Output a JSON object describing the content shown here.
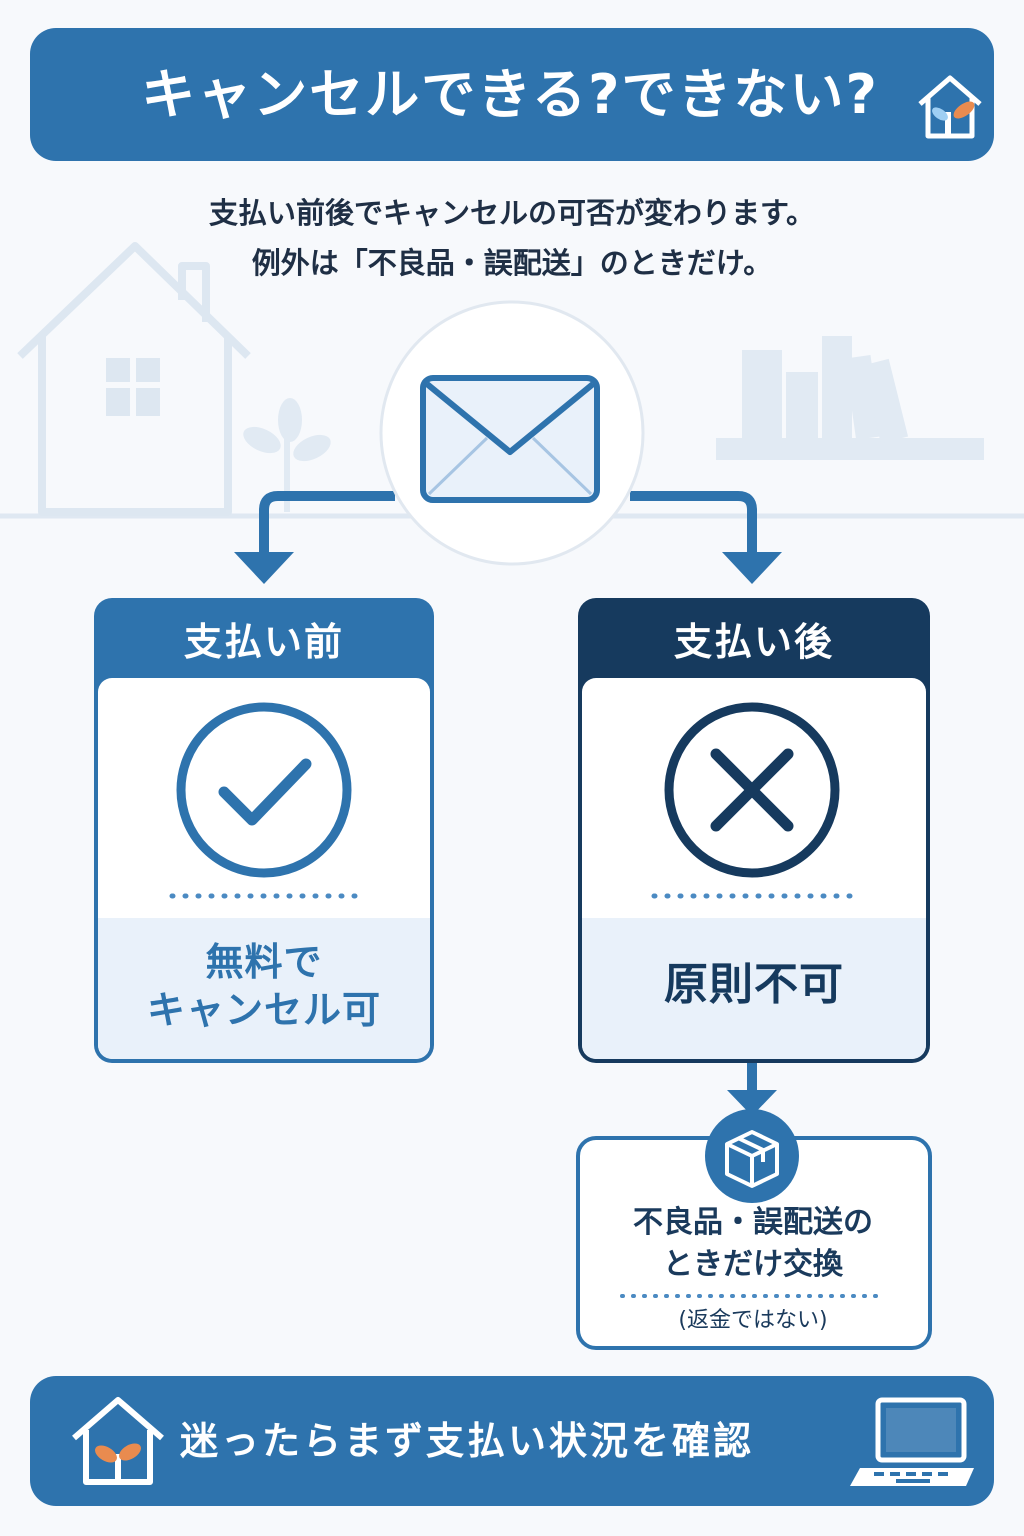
{
  "header": {
    "title": "キャンセルできる?できない?"
  },
  "subtitle": {
    "line1": "支払い前後でキャンセルの可否が変わります。",
    "line2": "例外は「不良品・誤配送」のときだけ。"
  },
  "branches": {
    "before": {
      "label": "支払い前",
      "result_line1": "無料で",
      "result_line2": "キャンセル可",
      "status": "check"
    },
    "after": {
      "label": "支払い後",
      "result": "原則不可",
      "status": "cross"
    }
  },
  "exception": {
    "line1": "不良品・誤配送の",
    "line2": "ときだけ交換",
    "note": "(返金ではない)"
  },
  "footer": {
    "text": "迷ったらまず支払い状況を確認"
  },
  "colors": {
    "primary": "#2e73ad",
    "dark": "#163a5e",
    "light_fill": "#e7f0fa",
    "accent_orange": "#e98b4f"
  }
}
